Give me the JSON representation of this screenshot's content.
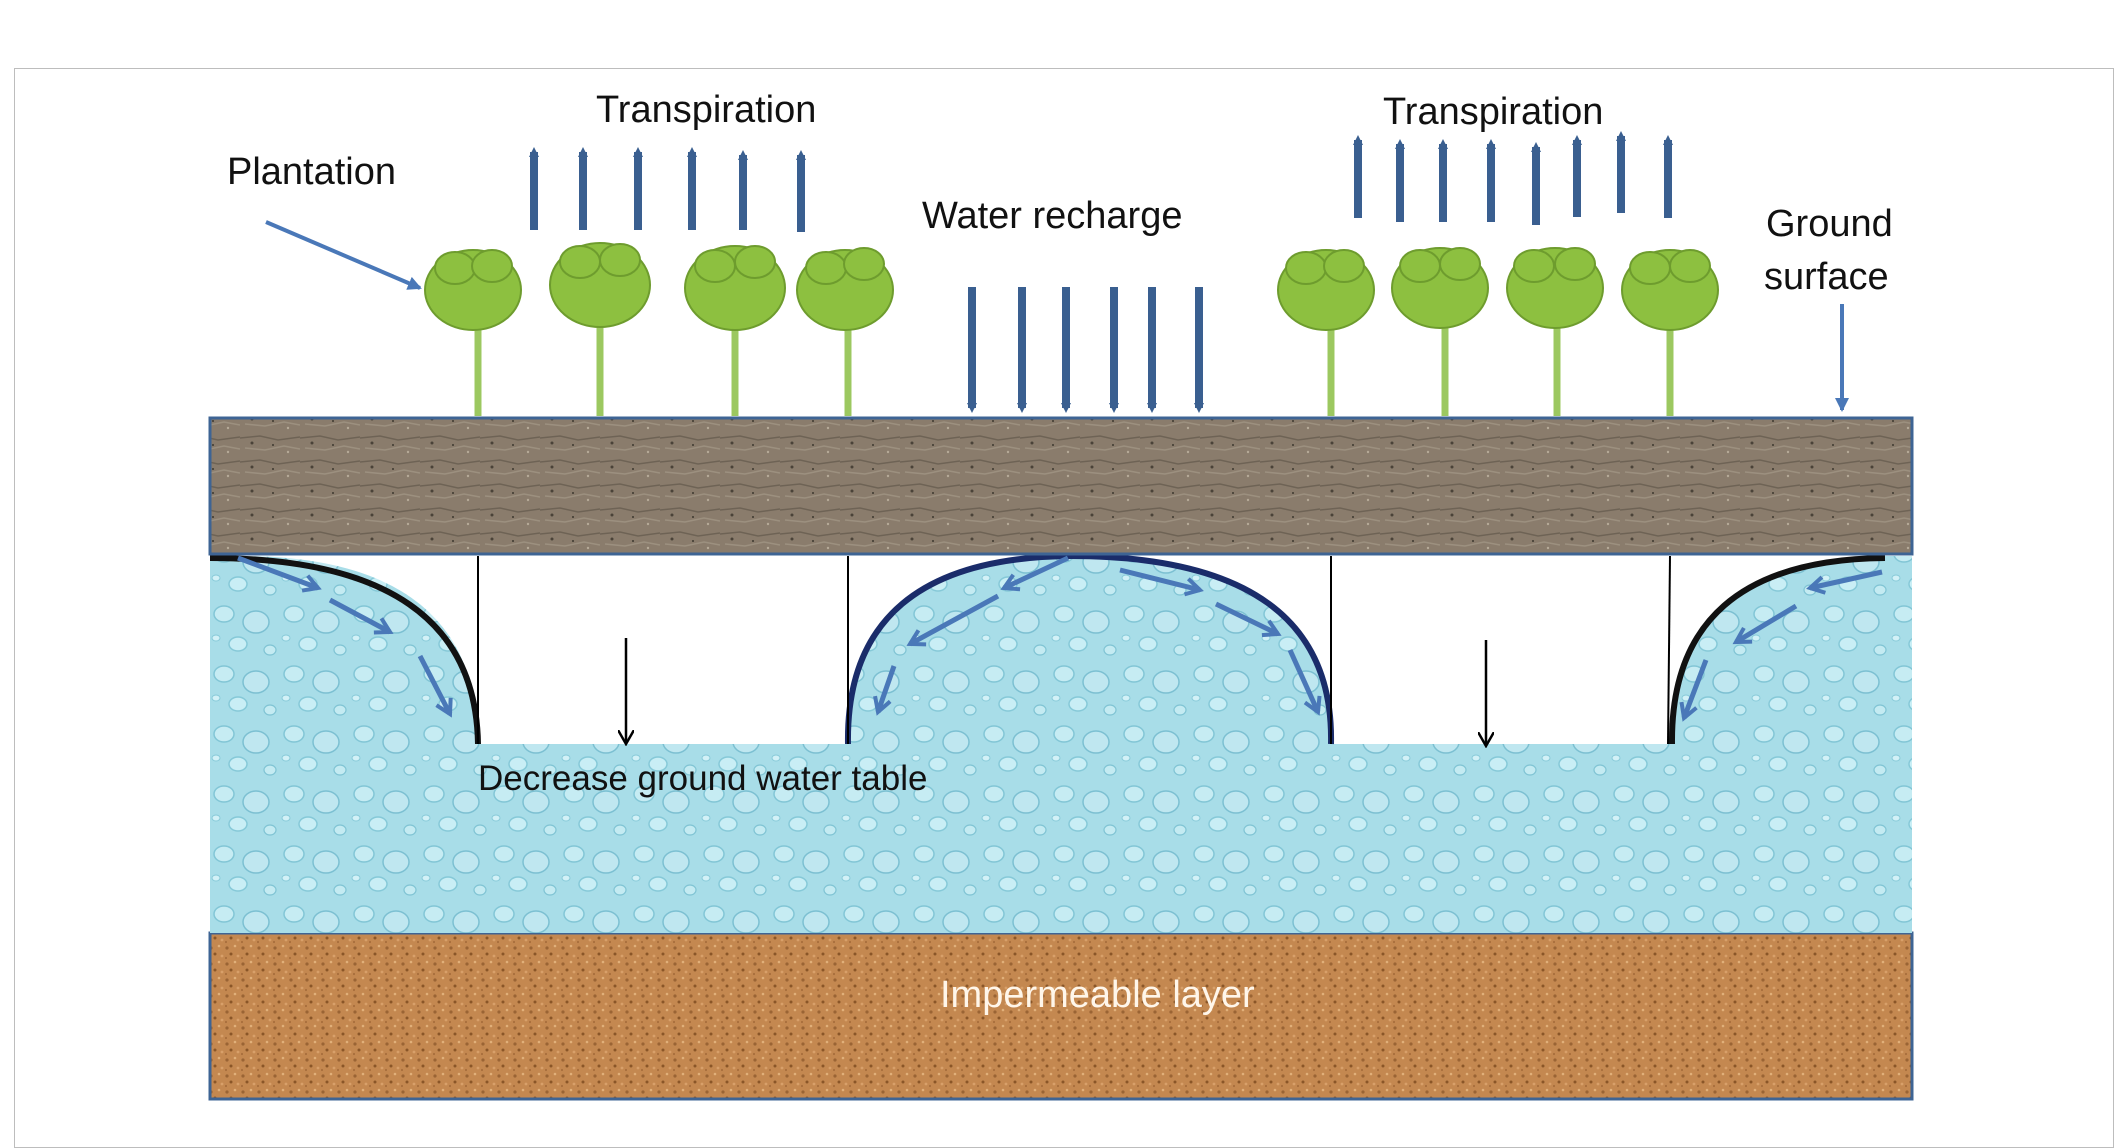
{
  "labels": {
    "transpiration_left": "Transpiration",
    "transpiration_right": "Transpiration",
    "plantation": "Plantation",
    "water_recharge": "Water recharge",
    "ground_surface_line1": "Ground",
    "ground_surface_line2": "surface",
    "decrease_water_table": "Decrease ground water table",
    "impermeable_layer": "Impermeable layer"
  },
  "colors": {
    "arrow_blue": "#3a5f90",
    "flow_arrow_blue": "#4a78b8",
    "tree_canopy": "#8dc040",
    "tree_trunk": "#9cc860",
    "soil": "#8a7c6c",
    "water": "#a8dde8",
    "impermeable": "#c48850",
    "layer_border": "#3e6494"
  },
  "icons": [
    "tree-icon",
    "up-arrow-icon",
    "down-arrow-icon",
    "flow-arrow-icon"
  ]
}
